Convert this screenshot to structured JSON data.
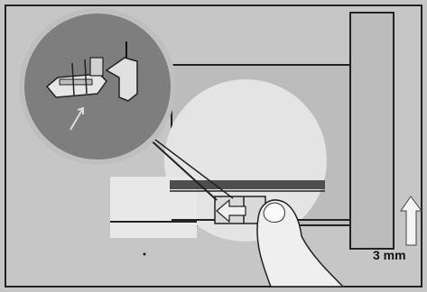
{
  "figure": {
    "dimension_label": "3 mm",
    "colors": {
      "background": "#c6c6c6",
      "panel": "#b9b9b9",
      "outline": "#2a2a2a",
      "loupe": "#7d7d7d",
      "spotlight": "#e3e3e3",
      "strip": "#5a5a5a"
    },
    "elements": [
      "zoom-loupe",
      "connector-latch-detail",
      "finger",
      "push-arrow",
      "lift-arrow",
      "vertical-bar"
    ]
  }
}
